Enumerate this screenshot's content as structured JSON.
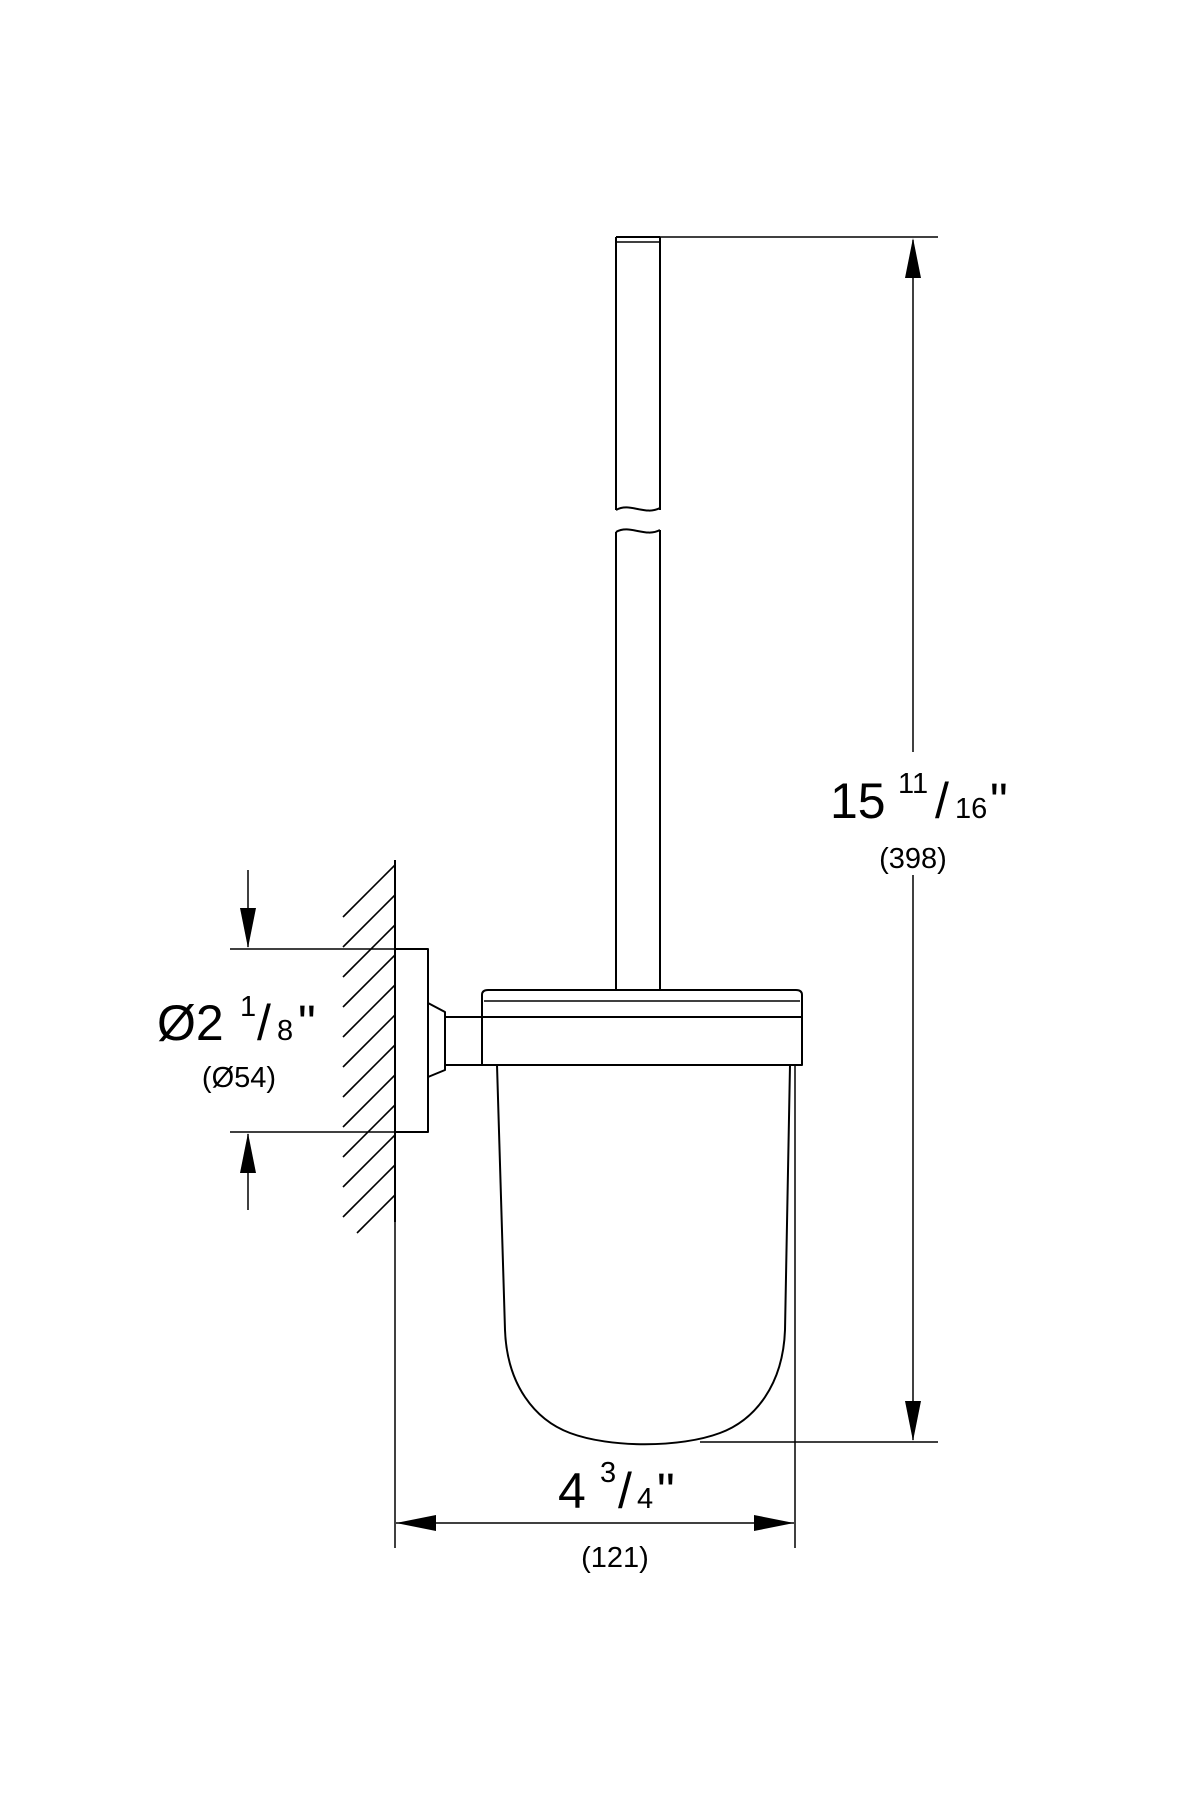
{
  "colors": {
    "line": "#000000",
    "background": "#ffffff"
  },
  "dimensions": {
    "height": {
      "whole": "15",
      "numerator": "11",
      "denominator": "16",
      "inch_mark": "\"",
      "metric": "(398)"
    },
    "rosette_diameter": {
      "whole": "Ø2",
      "numerator": "1",
      "denominator": "8",
      "inch_mark": "\"",
      "metric": "(Ø54)"
    },
    "depth": {
      "whole": "4",
      "numerator": "3",
      "denominator": "4",
      "inch_mark": "\"",
      "metric": "(121)"
    }
  }
}
